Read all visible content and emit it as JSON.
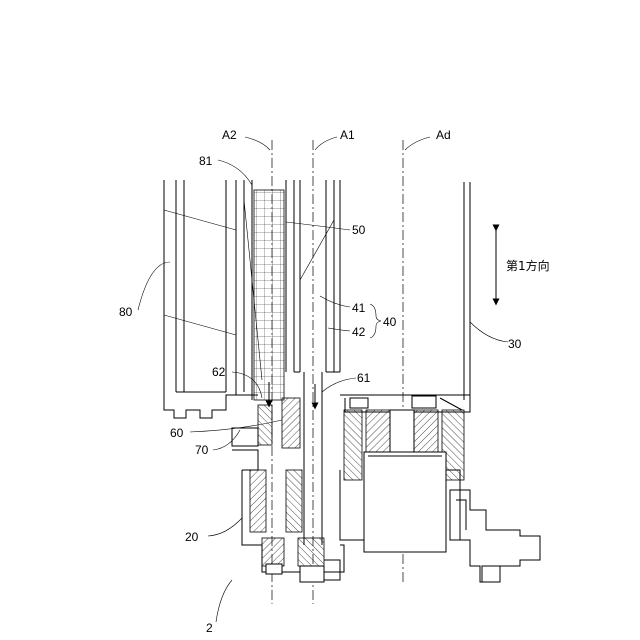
{
  "figure": {
    "axis_labels": {
      "a2": "A2",
      "a1": "A1",
      "ad": "Ad"
    },
    "part_labels": {
      "p81": "81",
      "p50": "50",
      "p80": "80",
      "p41": "41",
      "p42": "42",
      "p40": "40",
      "p30": "30",
      "p62": "62",
      "p61": "61",
      "p60": "60",
      "p70": "70",
      "p20": "20",
      "p2": "2"
    },
    "direction_label": "第1方向"
  }
}
